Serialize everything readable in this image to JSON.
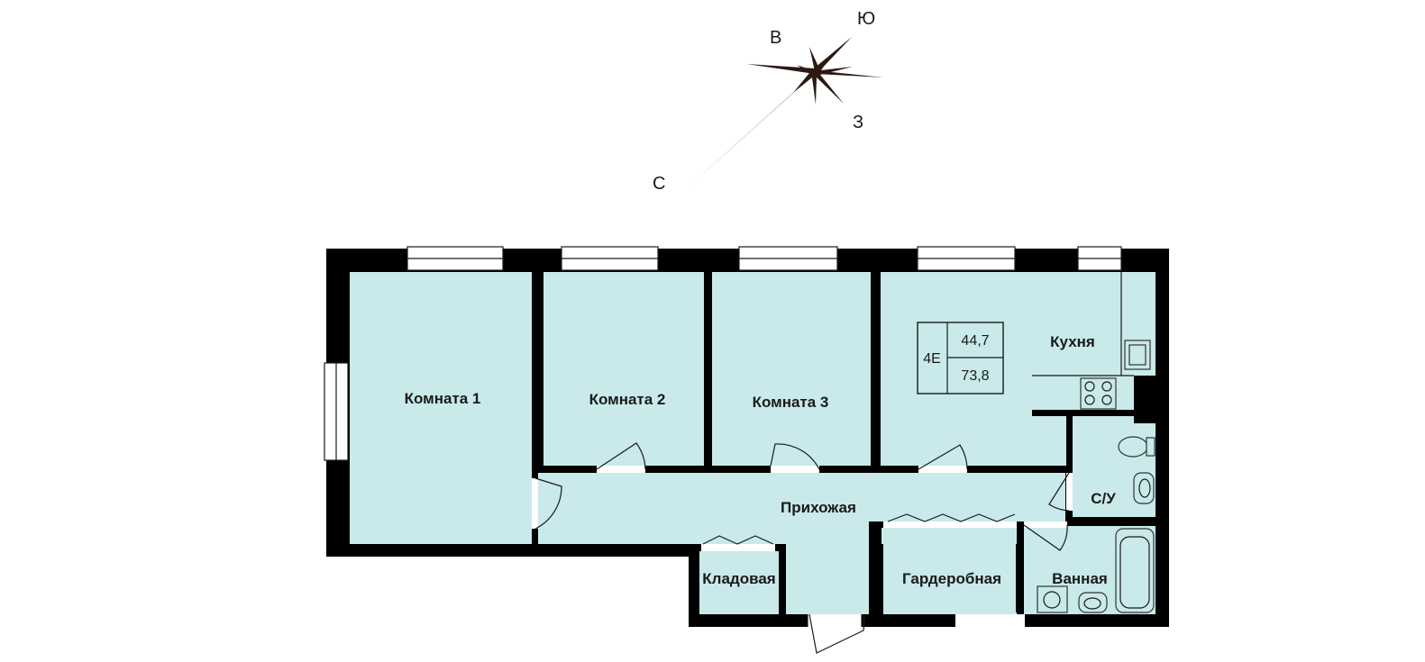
{
  "compass": {
    "north": "С",
    "south": "Ю",
    "east": "В",
    "west": "З"
  },
  "apartment": {
    "code": "4Е",
    "living_area": "44,7",
    "total_area": "73,8"
  },
  "rooms": {
    "room1": "Комната 1",
    "room2": "Комната 2",
    "room3": "Комната 3",
    "kitchen": "Кухня",
    "hallway": "Прихожая",
    "wc": "С/У",
    "storage": "Кладовая",
    "wardrobe": "Гардеробная",
    "bathroom": "Ванная"
  },
  "colors": {
    "floor": "#c9e9ea",
    "walls": "#000000",
    "lines": "#1a1a1a"
  }
}
